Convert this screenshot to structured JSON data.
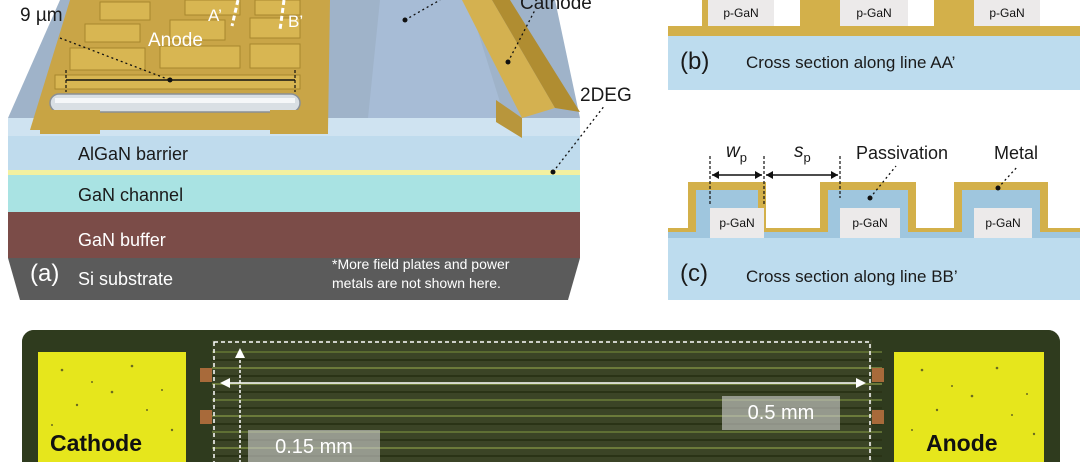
{
  "panel_a": {
    "tag": "(a)",
    "width_label": "9 µm",
    "anode_label": "Anode",
    "cathode_label": "Cathode",
    "line_a_label": "A’",
    "line_b_label": "B’",
    "twodeg_label": "2DEG",
    "layers": {
      "algan": "AlGaN barrier",
      "gan_channel": "GaN channel",
      "gan_buffer": "GaN buffer",
      "substrate": "Si substrate"
    },
    "footnote_line1": "*More field plates and power",
    "footnote_line2": "metals are not shown here."
  },
  "panel_b": {
    "tag": "(b)",
    "caption": "Cross section along line AA’",
    "pgan_labels": [
      "p-GaN",
      "p-GaN",
      "p-GaN"
    ]
  },
  "panel_c": {
    "tag": "(c)",
    "caption": "Cross section along line BB’",
    "wp_label": "w",
    "wp_sub": "p",
    "sp_label": "s",
    "sp_sub": "p",
    "passivation_label": "Passivation",
    "metal_label": "Metal",
    "pgan_labels": [
      "p-GaN",
      "p-GaN",
      "p-GaN"
    ]
  },
  "micrograph": {
    "cathode_pad": "Cathode",
    "anode_pad": "Anode",
    "length_label": "0.5 mm",
    "width_label": "0.15 mm"
  },
  "colors": {
    "gold": "#d1ad4a",
    "algan": "#bcd8ec",
    "channel": "#a8e2e2",
    "buffer": "#7a4a46",
    "substrate": "#5a5a5a",
    "pad_yellow": "#e8e81a"
  }
}
